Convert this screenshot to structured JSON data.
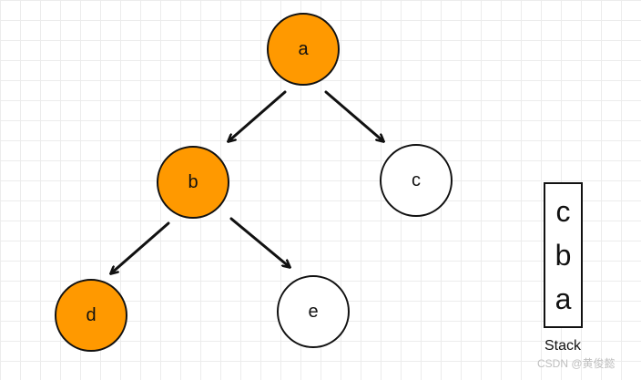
{
  "nodes": {
    "a": {
      "label": "a",
      "state": "visited"
    },
    "b": {
      "label": "b",
      "state": "visited"
    },
    "c": {
      "label": "c",
      "state": "unvisited"
    },
    "d": {
      "label": "d",
      "state": "visited"
    },
    "e": {
      "label": "e",
      "state": "unvisited"
    }
  },
  "edges": [
    {
      "from": "a",
      "to": "b"
    },
    {
      "from": "a",
      "to": "c"
    },
    {
      "from": "b",
      "to": "d"
    },
    {
      "from": "b",
      "to": "e"
    }
  ],
  "stack": {
    "items": [
      "c",
      "b",
      "a"
    ],
    "label": "Stack"
  },
  "watermark": "CSDN @黄俊懿",
  "colors": {
    "visited": "#ff9900",
    "unvisited": "#ffffff",
    "stroke": "#111111"
  }
}
